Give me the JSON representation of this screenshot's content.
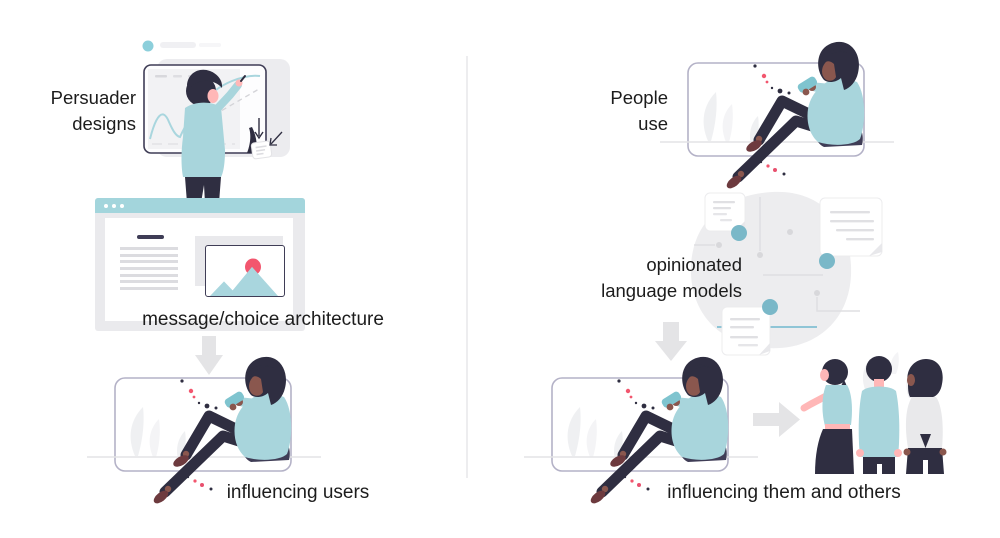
{
  "figure": {
    "left_panel": {
      "top_label": {
        "line1": "Persuader",
        "line2": "designs"
      },
      "mid_caption": "message/choice architecture",
      "bottom_caption": "influencing users"
    },
    "right_panel": {
      "top_label": {
        "line1": "People",
        "line2": "use"
      },
      "mid_label": {
        "line1": "opinionated",
        "line2": "language models"
      },
      "bottom_caption": "influencing them and others"
    },
    "icons": {
      "down_arrow": "down-arrow-icon",
      "right_arrow": "right-arrow-icon"
    },
    "colors": {
      "teal": "#a8d5dc",
      "teal_bright": "#7ab8c8",
      "dark_navy": "#2f2e41",
      "heading_navy": "#3f3d56",
      "skin_light": "#ffb7b7",
      "skin_dark": "#8a574e",
      "shoe": "#6d3a3e",
      "pink": "#f2566e",
      "arrow_gray": "#e4e4e6",
      "blob_gray": "#ededef",
      "frame_border": "#b4b2c7",
      "divider": "#ededef",
      "text": "#1c1c1c"
    }
  }
}
